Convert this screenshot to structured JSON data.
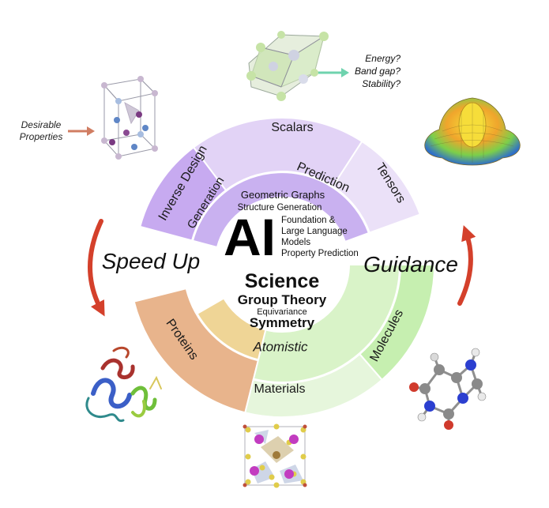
{
  "center": {
    "ai": "AI",
    "geometric_graphs": "Geometric Graphs",
    "structure_generation": "Structure Generation",
    "foundation_line1": "Foundation &",
    "foundation_line2": "Large Language",
    "foundation_line3": "Models",
    "property_prediction": "Property Prediction",
    "science": "Science",
    "group_theory": "Group Theory",
    "equivariance": "Equivariance",
    "symmetry": "Symmetry"
  },
  "segments": {
    "inverse_design": "Inverse Design",
    "generation": "Generation",
    "scalars": "Scalars",
    "prediction": "Prediction",
    "tensors": "Tensors",
    "proteins": "Proteins",
    "atomistic": "Atomistic",
    "materials": "Materials",
    "molecules": "Molecules"
  },
  "side_labels": {
    "speed_up": "Speed Up",
    "guidance": "Guidance"
  },
  "annotations": {
    "desirable_line1": "Desirable",
    "desirable_line2": "Properties",
    "energy": "Energy?",
    "band_gap": "Band gap?",
    "stability": "Stability?"
  },
  "colors": {
    "inverse_design": "#e8b48c",
    "generation": "#efd596",
    "scalars": "#e6f6dc",
    "prediction": "#d9f3c8",
    "tensors": "#c6efb0",
    "proteins": "#c7aaf0",
    "atomistic": "#c9b1f0",
    "materials": "#e2d3f6",
    "molecules": "#ebe1f8",
    "cycle_arrows": "#d4402b",
    "desirable_arrow": "#d07d62",
    "property_arrow": "#6fd3ae"
  }
}
